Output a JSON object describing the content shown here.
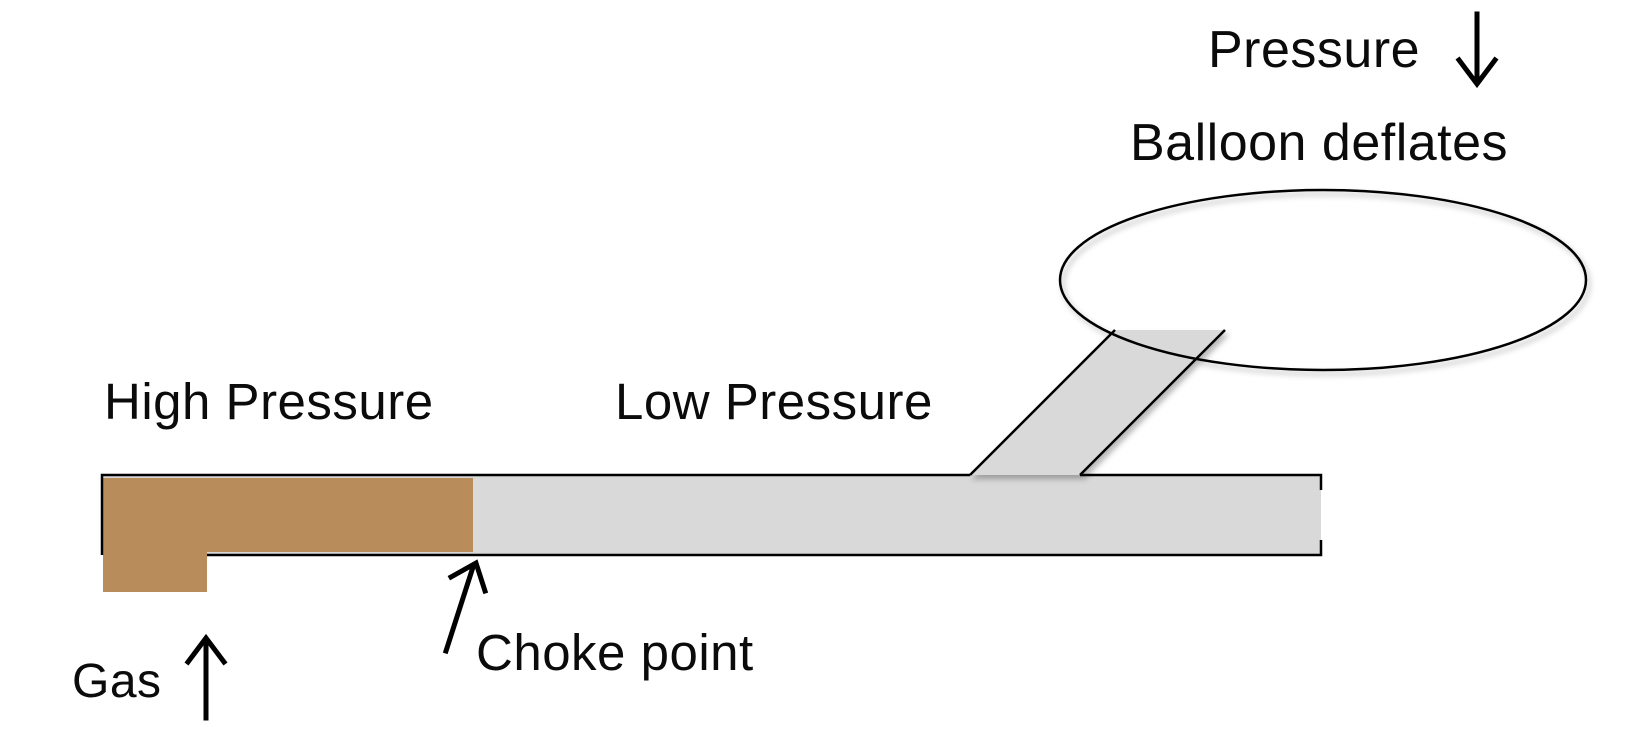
{
  "title": "Choked flow pipe and balloon diagram",
  "labels": {
    "pressure": "Pressure",
    "balloon_deflates": "Balloon deflates",
    "high_pressure": "High Pressure",
    "low_pressure": "Low Pressure",
    "choke_point": "Choke point",
    "gas": "Gas"
  },
  "icons": {
    "pressure_arrow": "arrow-down",
    "gas_arrow": "arrow-up",
    "choke_arrow": "arrow-up-right"
  },
  "colors": {
    "background": "#ffffff",
    "gas_fill": "#B98C5C",
    "tube_fill": "#D9D9D9",
    "outline": "#000000",
    "text": "#0b0b0b"
  }
}
